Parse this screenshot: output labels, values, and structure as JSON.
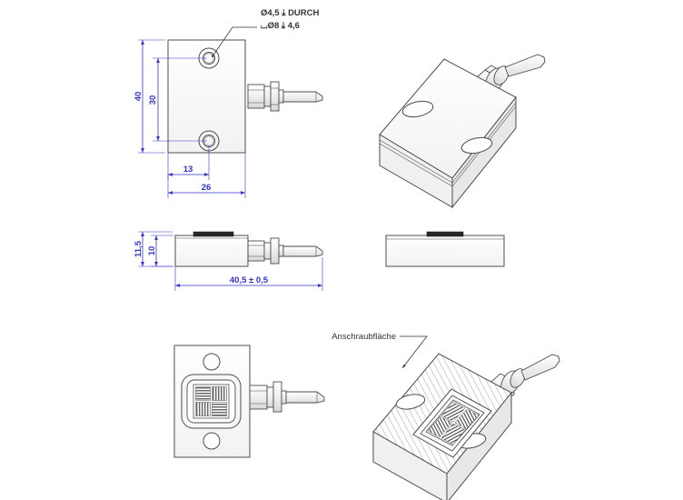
{
  "drawing": {
    "title": "Sensor dimensional drawing",
    "line_color": "#4d4d4d",
    "dimension_color": "#3333cc",
    "note_color": "#333333",
    "background": "#ffffff"
  },
  "notes": {
    "hole_note_line1": "Ø4,5 ⤓ DURCH",
    "hole_note_line2": "⌴Ø8 ⤓ 4,6",
    "mounting_surface_label": "Anschraubfläche"
  },
  "dimensions": {
    "height_overall": "40",
    "hole_spacing": "30",
    "hole_offset": "13",
    "width_overall": "26",
    "thickness_overall": "11,5",
    "thickness_body": "10",
    "length_overall": "40,5 ± 0,5"
  },
  "views": {
    "top_left": "front-view-with-holes",
    "top_right": "isometric-top-view",
    "mid_left": "side-view-dimensioned",
    "mid_right": "side-view-plain",
    "bottom_left": "bottom-view-sensing-element",
    "bottom_right": "isometric-bottom-view"
  }
}
